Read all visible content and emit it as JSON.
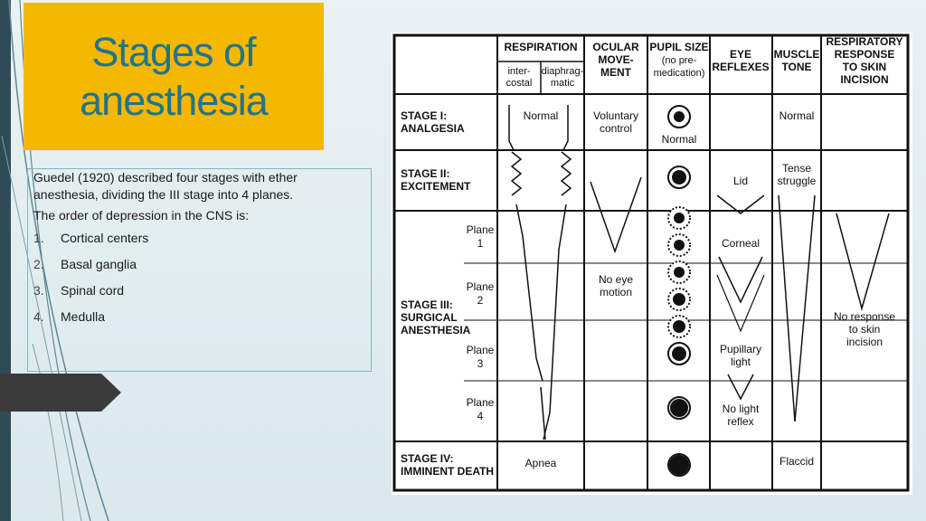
{
  "title": {
    "line1": "Stages of",
    "line2": "anesthesia"
  },
  "text": {
    "intro": "Guedel (1920) described four stages with ether anesthesia, dividing the III stage into 4 planes.",
    "order": "The order of depression in the CNS is:",
    "list": [
      {
        "num": "1.",
        "label": "Cortical centers"
      },
      {
        "num": "2.",
        "label": "Basal ganglia"
      },
      {
        "num": "3.",
        "label": "Spinal cord"
      },
      {
        "num": "4.",
        "label": "Medulla"
      }
    ]
  },
  "chart": {
    "headers": {
      "respiration": "RESPIRATION",
      "intercostal": [
        "inter-",
        "costal"
      ],
      "diaphragmatic": [
        "diaphrag-",
        "matic"
      ],
      "ocular": [
        "OCULAR",
        "MOVE-",
        "MENT"
      ],
      "pupil": [
        "PUPIL SIZE",
        "(no pre-",
        "medication)"
      ],
      "eye_reflexes": [
        "EYE",
        "REFLEXES"
      ],
      "muscle_tone": [
        "MUSCLE",
        "TONE"
      ],
      "resp_response": [
        "RESPIRATORY",
        "RESPONSE",
        "TO SKIN",
        "INCISION"
      ]
    },
    "stages": {
      "stage1": [
        "STAGE I:",
        "ANALGESIA"
      ],
      "stage2": [
        "STAGE II:",
        "EXCITEMENT"
      ],
      "stage3": [
        "STAGE III:",
        "SURGICAL",
        "ANESTHESIA"
      ],
      "stage4": [
        "STAGE IV:",
        "IMMINENT DEATH"
      ],
      "plane1": [
        "Plane",
        "1"
      ],
      "plane2": [
        "Plane",
        "2"
      ],
      "plane3": [
        "Plane",
        "3"
      ],
      "plane4": [
        "Plane",
        "4"
      ]
    },
    "cells": {
      "resp_normal": "Normal",
      "ocular_voluntary": [
        "Voluntary",
        "control"
      ],
      "pupil_normal": "Normal",
      "stage1_normal": "Normal",
      "lid": "Lid",
      "tense": [
        "Tense",
        "struggle"
      ],
      "corneal": "Corneal",
      "no_eye_motion": [
        "No eye",
        "motion"
      ],
      "no_response": [
        "No response",
        "to skin",
        "incision"
      ],
      "pupillary": [
        "Pupillary",
        "light"
      ],
      "no_light": [
        "No light",
        "reflex"
      ],
      "apnea": "Apnea",
      "flaccid": "Flaccid"
    }
  }
}
